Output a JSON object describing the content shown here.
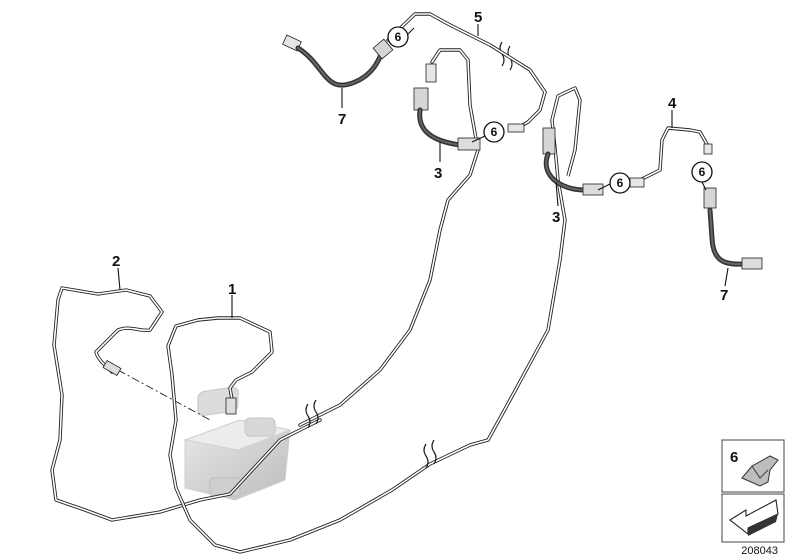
{
  "diagram": {
    "callouts": {
      "abs_unit": "1",
      "abs_pipe": "2",
      "front_hose_left": "3",
      "front_hose_right": "3",
      "rear_pipe_right": "4",
      "rear_pipe_left": "5",
      "rear_hose_left": "7",
      "rear_hose_right": "7"
    },
    "circled_callouts": {
      "clip_top": "6",
      "clip_front_left": "6",
      "clip_front_right": "6",
      "clip_rear_right": "6"
    },
    "legend": {
      "part_number": "6"
    },
    "diagram_id": "208043"
  }
}
